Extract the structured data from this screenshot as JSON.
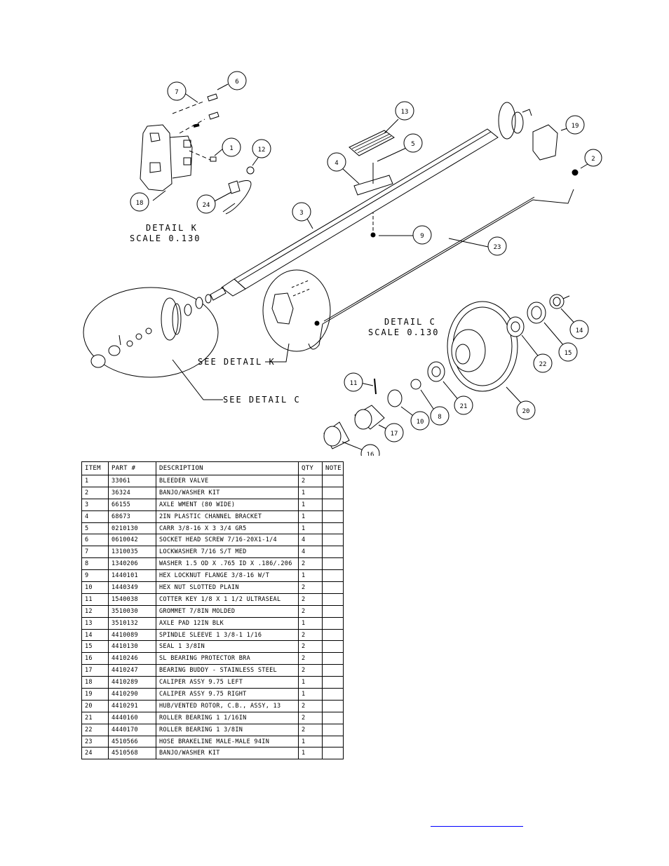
{
  "labels": {
    "detail_k": "DETAIL  K",
    "detail_c": "DETAIL  C",
    "scale": "SCALE  0.130",
    "see_detail_k": "SEE DETAIL  K",
    "see_detail_c": "SEE DETAIL  C"
  },
  "callouts": [
    "1",
    "2",
    "3",
    "4",
    "5",
    "6",
    "7",
    "8",
    "9",
    "10",
    "11",
    "12",
    "13",
    "14",
    "15",
    "16",
    "17",
    "18",
    "19",
    "20",
    "21",
    "22",
    "23",
    "24"
  ],
  "table": {
    "headers": [
      "ITEM",
      "PART #",
      "DESCRIPTION",
      "QTY",
      "NOTE"
    ],
    "rows": [
      [
        "1",
        "33061",
        "BLEEDER VALVE",
        "2",
        ""
      ],
      [
        "2",
        "36324",
        "BANJO/WASHER  KIT",
        "1",
        ""
      ],
      [
        "3",
        "66155",
        "AXLE WMENT (80 WIDE)",
        "1",
        ""
      ],
      [
        "4",
        "68673",
        "2IN PLASTIC CHANNEL BRACKET",
        "1",
        ""
      ],
      [
        "5",
        "0210130",
        "CARR 3/8-16 X 3 3/4 GR5",
        "1",
        ""
      ],
      [
        "6",
        "0610042",
        "SOCKET HEAD SCREW 7/16-20X1-1/4",
        "4",
        ""
      ],
      [
        "7",
        "1310035",
        "LOCKWASHER 7/16 S/T MED",
        "4",
        ""
      ],
      [
        "8",
        "1340206",
        "WASHER 1.5 OD X .765 ID X .186/.206",
        "2",
        ""
      ],
      [
        "9",
        "1440101",
        "HEX LOCKNUT FLANGE 3/8-16 W/T",
        "1",
        ""
      ],
      [
        "10",
        "1440349",
        "HEX NUT SLOTTED PLAIN",
        "2",
        ""
      ],
      [
        "11",
        "1540038",
        "COTTER KEY 1/8 X 1 1/2 ULTRASEAL",
        "2",
        ""
      ],
      [
        "12",
        "3510030",
        "GROMMET  7/8IN MOLDED",
        "2",
        ""
      ],
      [
        "13",
        "3510132",
        "AXLE PAD 12IN  BLK",
        "1",
        ""
      ],
      [
        "14",
        "4410089",
        "SPINDLE SLEEVE  1 3/8-1 1/16",
        "2",
        ""
      ],
      [
        "15",
        "4410130",
        "SEAL  1 3/8IN",
        "2",
        ""
      ],
      [
        "16",
        "4410246",
        "SL BEARING PROTECTOR BRA",
        "2",
        ""
      ],
      [
        "17",
        "4410247",
        "BEARING BUDDY - STAINLESS STEEL",
        "2",
        ""
      ],
      [
        "18",
        "4410289",
        "CALIPER ASSY 9.75 LEFT",
        "1",
        ""
      ],
      [
        "19",
        "4410290",
        "CALIPER ASSY 9.75 RIGHT",
        "1",
        ""
      ],
      [
        "20",
        "4410291",
        "HUB/VENTED ROTOR, C.B., ASSY, 13",
        "2",
        ""
      ],
      [
        "21",
        "4440160",
        "ROLLER BEARING   1 1/16IN",
        "2",
        ""
      ],
      [
        "22",
        "4440170",
        "ROLLER BEARING   1 3/8IN",
        "2",
        ""
      ],
      [
        "23",
        "4510566",
        "HOSE BRAKELINE MALE-MALE 94IN",
        "1",
        ""
      ],
      [
        "24",
        "4510568",
        "BANJO/WASHER  KIT",
        "1",
        ""
      ]
    ]
  }
}
